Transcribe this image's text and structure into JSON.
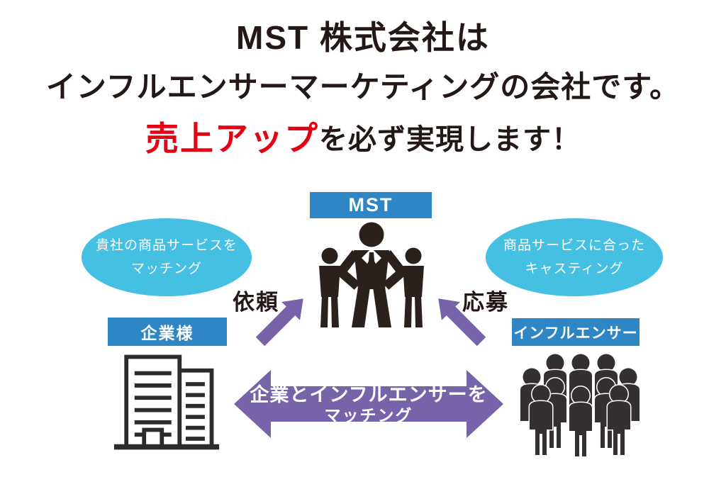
{
  "title": {
    "line1": "MST 株式会社は",
    "line2": "インフルエンサーマーケティングの会社です。",
    "line3_highlight": "売上アップ",
    "line3_rest": "を必ず実現します！"
  },
  "diagram": {
    "mst_label": "MST",
    "left_bubble": {
      "line1": "貴社の商品サービスを",
      "line2": "マッチング"
    },
    "right_bubble": {
      "line1": "商品サービスに合った",
      "line2": "キャスティング"
    },
    "request_label": "依頼",
    "apply_label": "応募",
    "company_label": "企業様",
    "influencer_label": "インフルエンサー",
    "matching_arrow": {
      "line1": "企業とインフルエンサーを",
      "line2": "マッチング"
    }
  },
  "colors": {
    "accent_red": "#e50012",
    "box_blue": "#2e86c4",
    "bubble_blue": "#45bfe2",
    "arrow_purple": "#7763aa",
    "text_dark": "#231815"
  }
}
